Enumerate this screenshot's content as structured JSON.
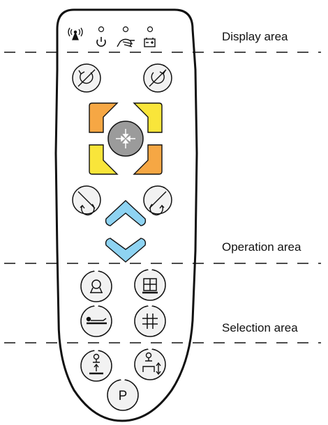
{
  "labels": {
    "display_area": "Display area",
    "operation_area": "Operation area",
    "selection_area": "Selection area",
    "park_button": "P"
  },
  "colors": {
    "orange": "#f6a744",
    "yellow": "#f9e53a",
    "blue": "#8ed3f2",
    "button_face": "#f2f2f2",
    "center_button": "#9b9b9b",
    "outline": "#111111"
  },
  "icons": {
    "wireless": "wireless-signal-icon",
    "power": "power-icon",
    "hand": "manual-hand-icon",
    "battery": "battery-icon"
  }
}
